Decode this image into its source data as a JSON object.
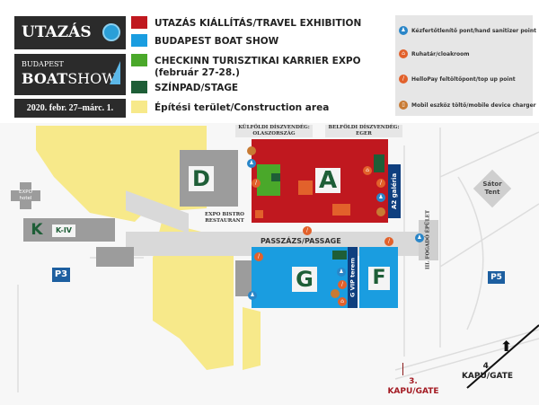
{
  "branding": {
    "utazas": "UTAZÁS",
    "boat_top": "BUDAPEST",
    "boat_bold": "BOAT",
    "boat_rest": "SHOW",
    "date": "2020. febr. 27–márc. 1."
  },
  "legend": [
    {
      "label": "UTAZÁS KIÁLLÍTÁS/TRAVEL EXHIBITION",
      "color": "#c0181f"
    },
    {
      "label": "BUDAPEST BOAT SHOW",
      "color": "#1a9de0"
    },
    {
      "label": "CHECKINN TURISZTIKAI KARRIER EXPO",
      "sub": "(február 27-28.)",
      "color": "#4aa82a"
    },
    {
      "label": "SZÍNPAD/STAGE",
      "color": "#1e5e37"
    },
    {
      "label": "Építési terület/Construction area",
      "color": "#f7e98a"
    }
  ],
  "icon_legend": [
    {
      "icon": "hand-sanitizer-icon",
      "label": "Kézfertőtlenítő pont/hand sanitizer point"
    },
    {
      "icon": "cloakroom-icon",
      "label": "Ruhatár/cloakroom"
    },
    {
      "icon": "hellopay-icon",
      "label": "HelloPay feltöltőpont/top up point"
    },
    {
      "icon": "charger-icon",
      "label": "Mobil eszköz töltő/mobile device charger"
    }
  ],
  "map": {
    "guest_foreign": "KÜLFÖLDI DÍSZVENDÉG:",
    "guest_foreign_country": "OLASZORSZÁG",
    "guest_domestic": "BELFÖLDI DÍSZVENDÉG:",
    "guest_domestic_city": "EGER",
    "hall_a": "A",
    "hall_d": "D",
    "hall_g": "G",
    "hall_f": "F",
    "hall_k": "K",
    "hall_kiv": "K-IV",
    "a2": "A2 galéria",
    "g_vip": "G VIP terem",
    "bistro": "EXPO BISTRO",
    "bistro2": "RESTAURANT",
    "passage": "PASSZÁZS/PASSAGE",
    "reception": "III. FOGADÓ ÉPÜLET",
    "tent1": "Sátor",
    "tent2": "Tent",
    "hotel1": "EXPO",
    "hotel2": "hotel",
    "p3": "P3",
    "p5": "P5",
    "gate3_num": "3.",
    "gate3": "KAPU/GATE",
    "gate4_num": "4.",
    "gate4": "KAPU/GATE"
  }
}
